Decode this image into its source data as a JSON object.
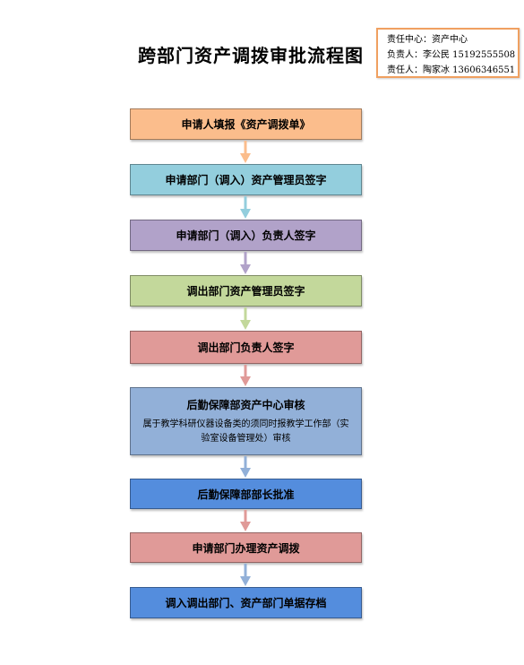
{
  "title": "跨部门资产调拨审批流程图",
  "info": {
    "line1": "责任中心：资产中心",
    "line2": "负责人：李公民 15192555508",
    "line3": "责任人：陶家冰 13606346551"
  },
  "colors": {
    "peach": "#fbbd8c",
    "teal": "#93cedd",
    "lavender": "#b1a2c9",
    "green": "#c3d89b",
    "rose": "#e09a98",
    "steel": "#92b0d8",
    "blue": "#548ddd"
  },
  "steps": [
    {
      "label": "申请人填报《资产调拨单》"
    },
    {
      "label": "申请部门（调入）资产管理员签字"
    },
    {
      "label": "申请部门（调入）负责人签字"
    },
    {
      "label": "调出部门资产管理员签字"
    },
    {
      "label": "调出部门负责人签字"
    },
    {
      "label": "后勤保障部资产中心审核",
      "note": "属于教学科研仪器设备类的须同时报教学工作部（实验室设备管理处）审核"
    },
    {
      "label": "后勤保障部部长批准"
    },
    {
      "label": "申请部门办理资产调拨"
    },
    {
      "label": "调入调出部门、资产部门单据存档"
    }
  ]
}
